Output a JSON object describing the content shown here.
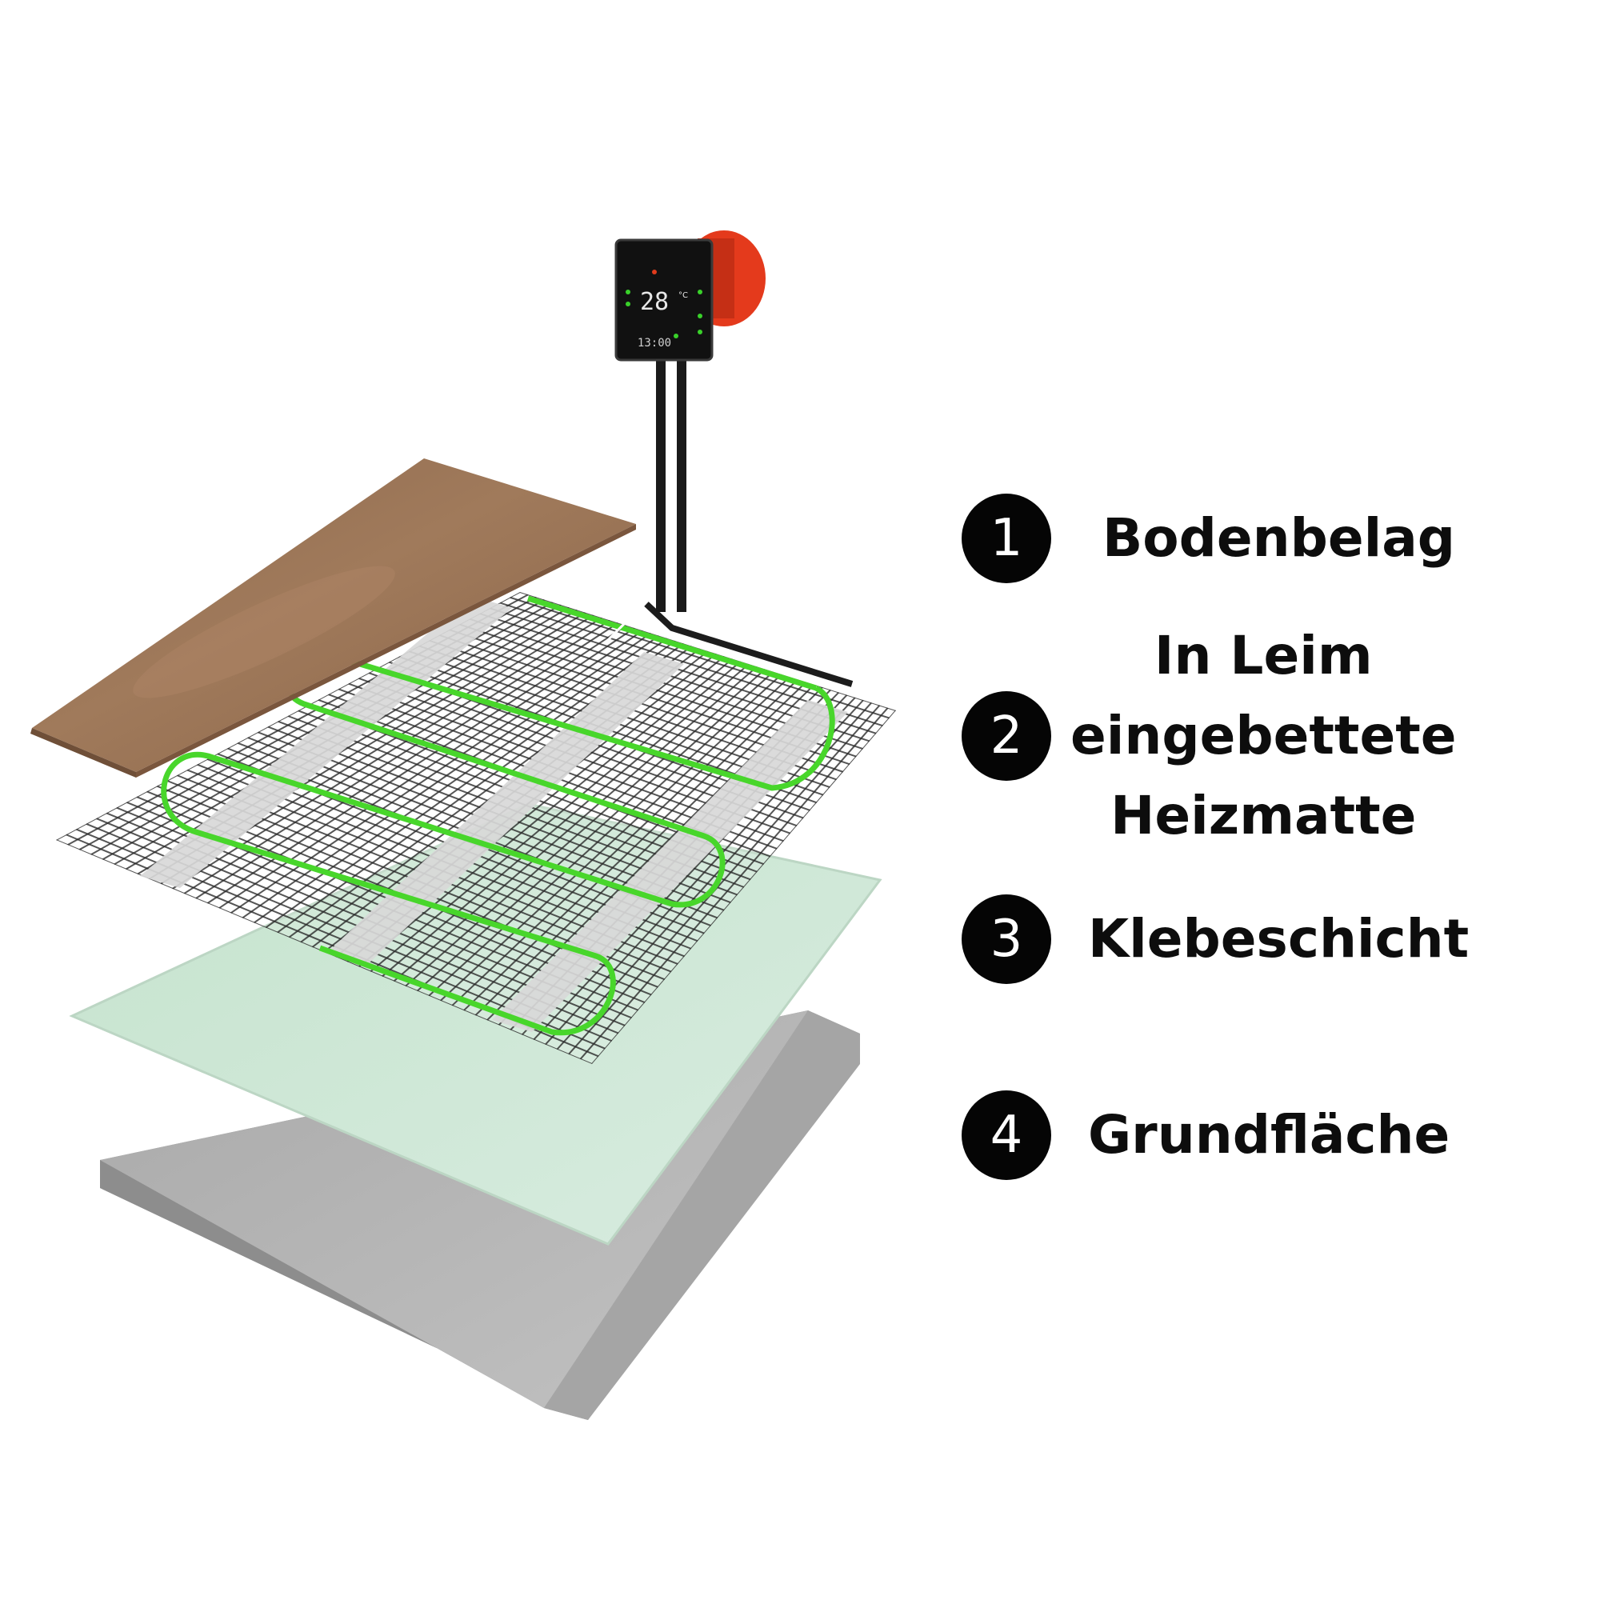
{
  "legend": [
    {
      "number": "1",
      "lines": [
        "Bodenbelag"
      ]
    },
    {
      "number": "2",
      "lines": [
        "In Leim",
        "eingebettete",
        "Heizmatte"
      ]
    },
    {
      "number": "3",
      "lines": [
        "Klebeschicht"
      ]
    },
    {
      "number": "4",
      "lines": [
        "Grundfläche"
      ]
    }
  ],
  "thermostat": {
    "temperature": "28",
    "temp_unit": "°C",
    "time": "13:00"
  },
  "colors": {
    "floor_tile": "#9c7355",
    "heating_cable": "#4fdc2e",
    "adhesive_layer": "#cfe8d8",
    "base_layer": "#b3b3b3",
    "badge": "#050505",
    "thermostat_body": "#141414",
    "thermostat_accent": "#e03b1c"
  }
}
